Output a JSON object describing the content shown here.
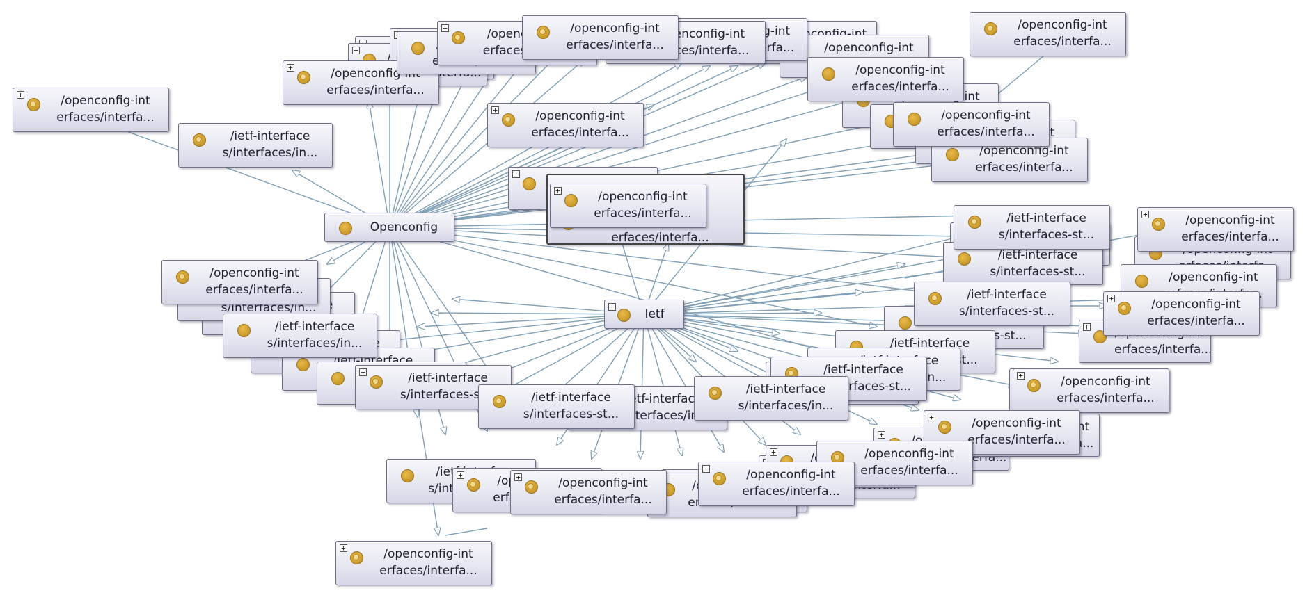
{
  "diagram": {
    "hubs": {
      "openconfig": "Openconfig",
      "ietf": "Ietf"
    },
    "labels": {
      "oc": "/openconfig-int\nerfaces/interfa...",
      "ietf_in": "/ietf-interface\ns/interfaces/in...",
      "ietf_st": "/ietf-interface\ns/interfaces-st...",
      "oc_partial_line2": "erfaces/interfa...",
      "ietf_st_partial_line2": "s/interfaces-st..."
    },
    "icons": {
      "expand": "expand-plus-icon",
      "class": "class-circle-icon"
    },
    "colors": {
      "node_fill": "#e7e7f1",
      "node_border": "#6e6e86",
      "edge": "#7f9fb5",
      "class_dot": "#c99a2a"
    }
  }
}
